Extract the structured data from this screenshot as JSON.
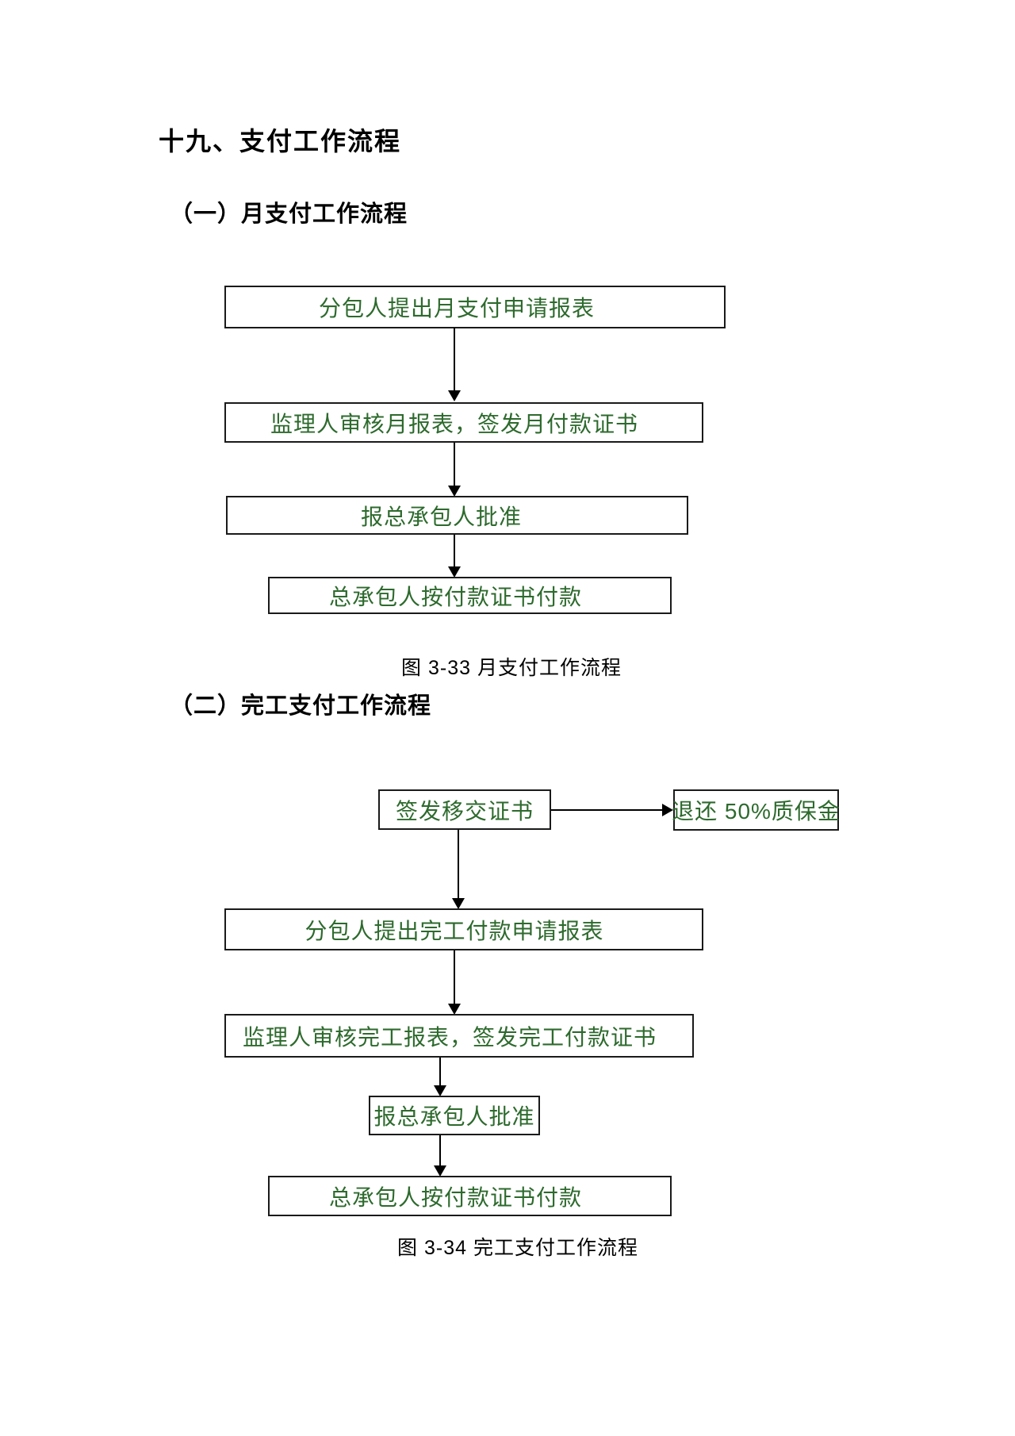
{
  "doc": {
    "title": "十九、支付工作流程"
  },
  "sections": [
    {
      "heading": "（一）月支付工作流程",
      "caption": "图 3-33 月支付工作流程",
      "flow": {
        "type": "flowchart",
        "direction": "top-down",
        "steps": [
          "分包人提出月支付申请报表",
          "监理人审核月报表，签发月付款证书",
          "报总承包人批准",
          "总承包人按付款证书付款"
        ]
      }
    },
    {
      "heading": "（二）完工支付工作流程",
      "caption": "图 3-34 完工支付工作流程",
      "flow": {
        "type": "flowchart",
        "direction": "top-down",
        "steps": [
          "签发移交证书",
          "分包人提出完工付款申请报表",
          "监理人审核完工报表，签发完工付款证书",
          "报总承包人批准",
          "总承包人按付款证书付款"
        ],
        "branch": {
          "from": "签发移交证书",
          "label": "退还 50%质保金",
          "direction": "right"
        }
      }
    }
  ],
  "colors": {
    "flow_text_green": "#2d6a2d",
    "box_border": "#1a1a1a",
    "heading_text": "#000000",
    "background": "#ffffff"
  }
}
